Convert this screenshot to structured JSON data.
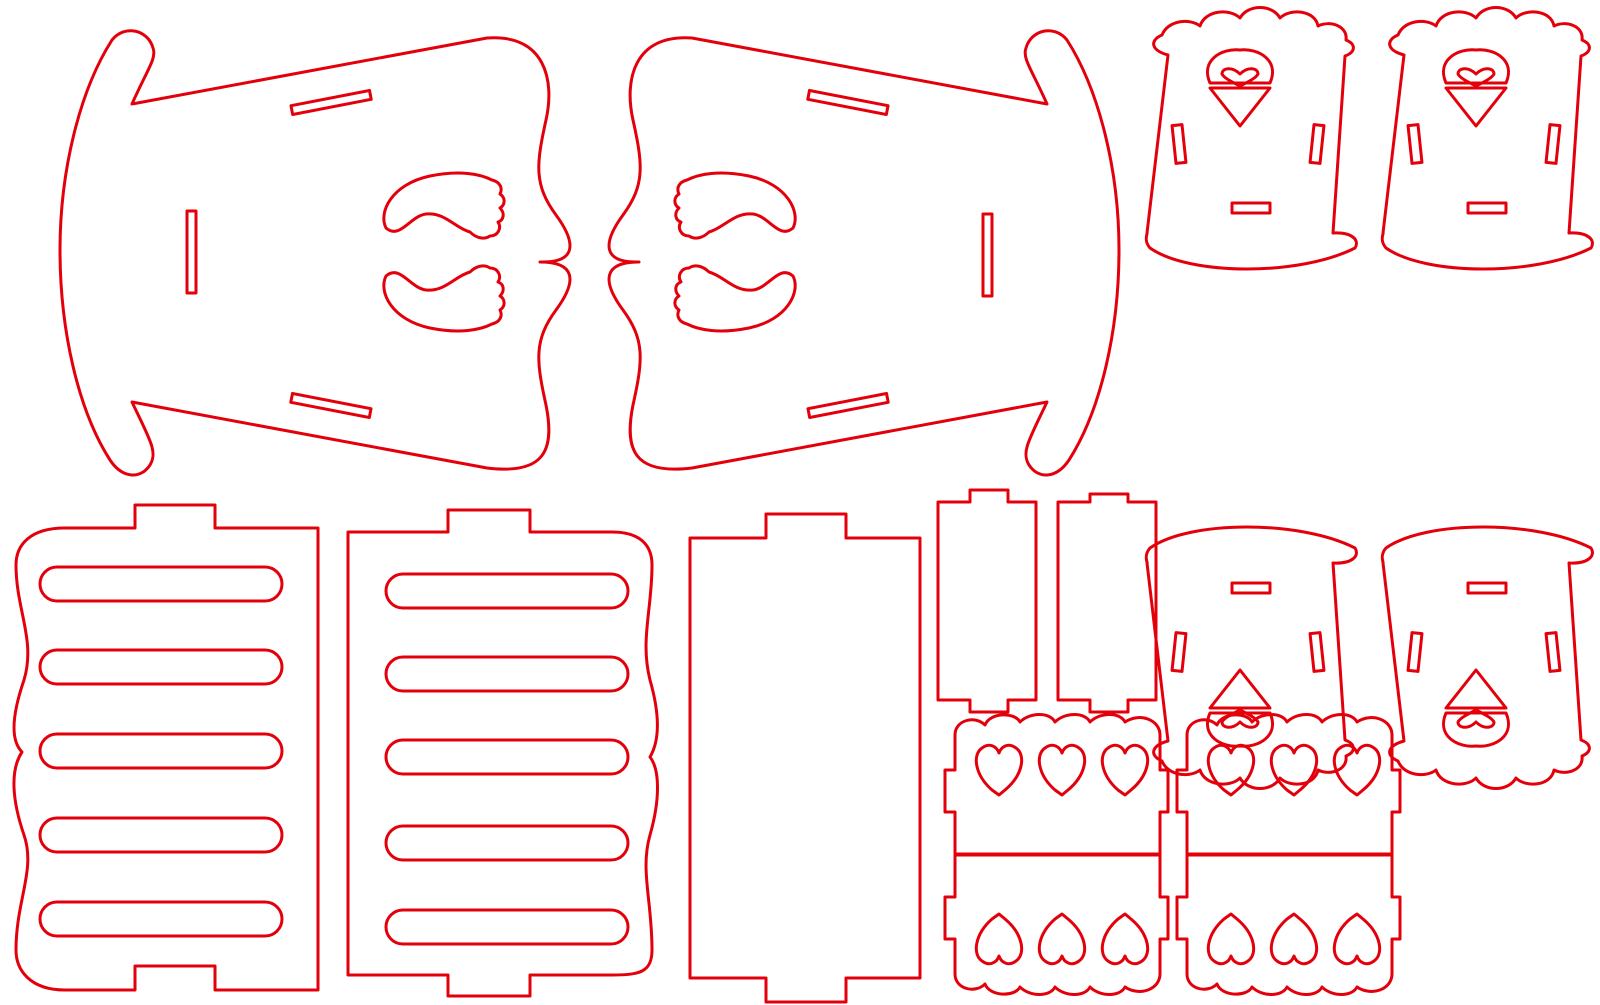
{
  "colors": {
    "cut_line": "#e3000b",
    "background": "#ffffff"
  },
  "parts": [
    {
      "name": "rocker-side-panel-left"
    },
    {
      "name": "rocker-side-panel-right"
    },
    {
      "name": "small-chair-side-top-left"
    },
    {
      "name": "small-chair-side-top-right"
    },
    {
      "name": "small-chair-side-bottom-left"
    },
    {
      "name": "small-chair-side-bottom-right"
    },
    {
      "name": "slotted-seat-panel-left"
    },
    {
      "name": "slotted-seat-panel-right"
    },
    {
      "name": "plain-base-panel"
    },
    {
      "name": "small-crossbar-panels"
    },
    {
      "name": "heart-rail-panels"
    }
  ]
}
